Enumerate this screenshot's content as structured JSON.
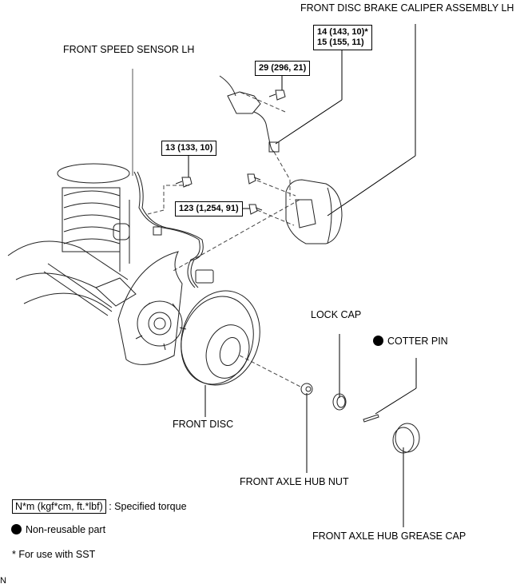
{
  "labels": {
    "caliper": "FRONT DISC BRAKE CALIPER ASSEMBLY LH",
    "speed_sensor": "FRONT SPEED SENSOR LH",
    "lock_cap": "LOCK CAP",
    "cotter_pin": "COTTER PIN",
    "front_disc": "FRONT DISC",
    "hub_nut": "FRONT AXLE HUB NUT",
    "grease_cap": "FRONT AXLE HUB GREASE CAP"
  },
  "torques": {
    "caliper_line1": "14 (143, 10)*",
    "caliper_line2": "15 (155, 11)",
    "flexhose_bolt": "29 (296, 21)",
    "sensor_bolt": "13 (133, 10)",
    "caliper_bolt": "123 (1,254, 91)"
  },
  "legend": {
    "torque_units": "N*m (kgf*cm, ft.*lbf)",
    "torque_desc": ": Specified torque",
    "nonreusable": "Non-reusable part",
    "sst_note": "* For use with SST"
  },
  "corner_mark": "N"
}
